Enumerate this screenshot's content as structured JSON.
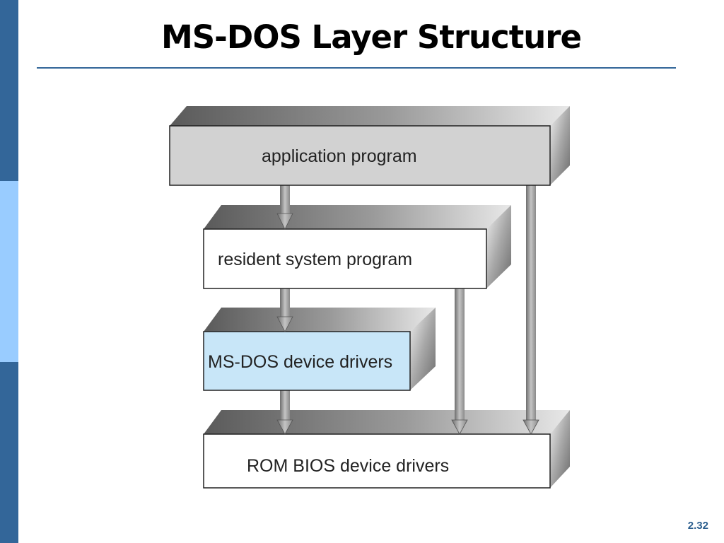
{
  "slide": {
    "title": "MS-DOS Layer Structure",
    "page_number": "2.32"
  },
  "colors": {
    "sidebar_dark": "#336699",
    "sidebar_light": "#99ccff",
    "title_rule": "#336699",
    "page_number": "#2c5f8f",
    "highlight_layer": "#c8e6f8",
    "gray_layer": "#d2d2d2",
    "white_layer": "#ffffff"
  },
  "diagram": {
    "layers": [
      {
        "label": "application program",
        "fill": "gray"
      },
      {
        "label": "resident system program",
        "fill": "white"
      },
      {
        "label": "MS-DOS device drivers",
        "fill": "highlight"
      },
      {
        "label": "ROM BIOS device drivers",
        "fill": "white"
      }
    ]
  }
}
